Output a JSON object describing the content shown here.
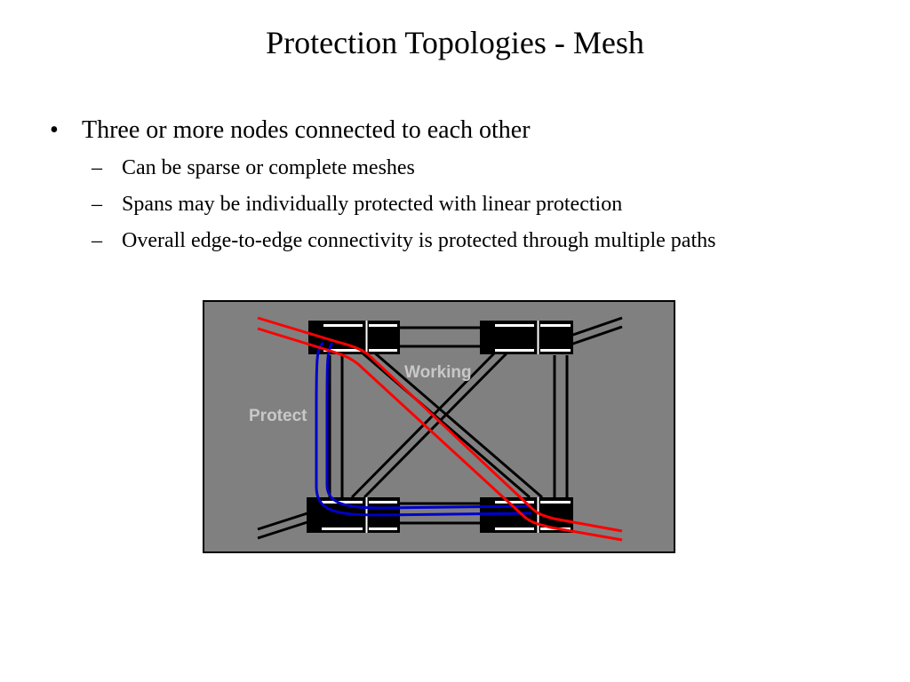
{
  "title": "Protection Topologies - Mesh",
  "bullets": [
    {
      "marker": "•",
      "text": "Three or more nodes connected to each other",
      "sub": [
        {
          "marker": "–",
          "text": "Can be sparse or complete meshes"
        },
        {
          "marker": "–",
          "text": "Spans may be individually protected with linear protection"
        },
        {
          "marker": "–",
          "text": "Overall edge-to-edge connectivity is protected through multiple paths"
        }
      ]
    }
  ],
  "diagram": {
    "labels": {
      "working": "Working",
      "protect": "Protect"
    },
    "colors": {
      "background": "#808080",
      "node": "#000000",
      "span": "#000000",
      "working_path": "#ff0000",
      "protect_path": "#0000cc",
      "label": "#c8c8c8"
    }
  }
}
